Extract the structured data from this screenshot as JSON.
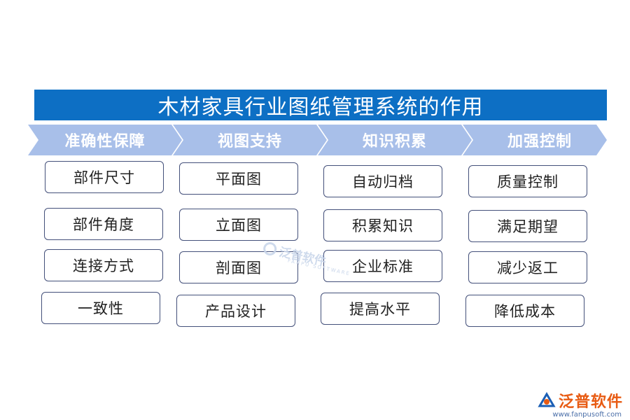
{
  "title": "木材家具行业图纸管理系统的作用",
  "colors": {
    "title_bg": "#0d6fc4",
    "chevron_fill": "#a8bfe9",
    "box_border": "#44507a",
    "logo": "#e85b13"
  },
  "columns": [
    {
      "header": "准确性保障",
      "items": [
        "部件尺寸",
        "部件角度",
        "连接方式",
        "一致性"
      ]
    },
    {
      "header": "视图支持",
      "items": [
        "平面图",
        "立面图",
        "剖面图",
        "产品设计"
      ]
    },
    {
      "header": "知识积累",
      "items": [
        "自动归档",
        "积累知识",
        "企业标准",
        "提高水平"
      ]
    },
    {
      "header": "加强控制",
      "items": [
        "质量控制",
        "满足期望",
        "减少返工",
        "降低成本"
      ]
    }
  ],
  "watermark": {
    "text": "泛普软件",
    "sub": "FANPU SOFTWARE"
  },
  "logo": {
    "text": "泛普软件",
    "url": "www.fanpusoft.com",
    "icon": "fanpu-logo-icon"
  }
}
